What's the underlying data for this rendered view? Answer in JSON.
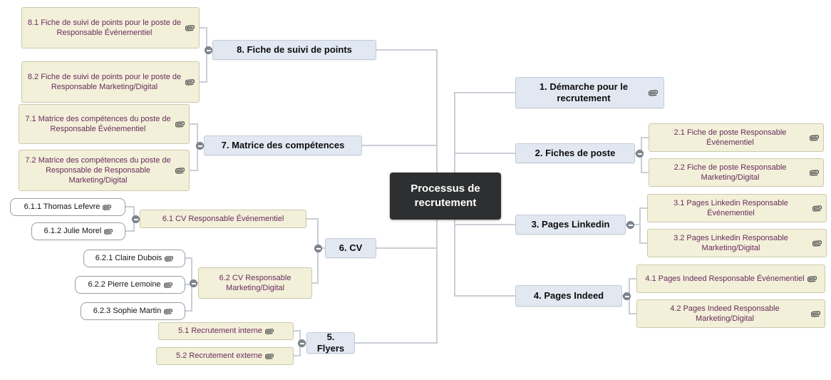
{
  "title": "Processus de recrutement",
  "colors": {
    "center_bg": "#2d2f30",
    "branch_bg": "#e2e8f2",
    "leaf_bg": "#f3f0da",
    "leaf_text": "#682c5b",
    "connector": "#c9ced6",
    "toggle": "#7f8791"
  },
  "icons": {
    "attachment": "paperclip-icon",
    "collapse": "minus-circle-icon"
  },
  "root": {
    "label": "Processus de recrutement"
  },
  "right_branches": [
    {
      "label": "1. Démarche pour le recrutement"
    },
    {
      "label": "2. Fiches de poste",
      "children": [
        {
          "label": "2.1 Fiche de poste Responsable Événementiel"
        },
        {
          "label": "2.2 Fiche de poste Responsable Marketing/Digital"
        }
      ]
    },
    {
      "label": "3. Pages Linkedin",
      "children": [
        {
          "label": "3.1 Pages Linkedin Responsable Événementiel"
        },
        {
          "label": "3.2 Pages Linkedin Responsable Marketing/Digital"
        }
      ]
    },
    {
      "label": "4. Pages Indeed",
      "children": [
        {
          "label": "4.1 Pages Indeed Responsable Événementiel"
        },
        {
          "label": "4.2 Pages Indeed Responsable Marketing/Digital"
        }
      ]
    }
  ],
  "left_branches": [
    {
      "label": "8. Fiche de suivi de points",
      "children": [
        {
          "label": "8.1 Fiche de suivi de points pour le poste de Responsable Événementiel"
        },
        {
          "label": "8.2 Fiche de suivi de points pour le poste de Responsable Marketing/Digital"
        }
      ]
    },
    {
      "label": "7. Matrice des compétences",
      "children": [
        {
          "label": "7.1 Matrice des compétences du poste de Responsable Événementiel"
        },
        {
          "label": "7.2 Matrice des compétences du poste de Responsable de Responsable Marketing/Digital"
        }
      ]
    },
    {
      "label": "6. CV",
      "children": [
        {
          "label": "6.1 CV Responsable Événementiel",
          "children": [
            {
              "label": "6.1.1 Thomas Lefevre"
            },
            {
              "label": "6.1.2 Julie Morel"
            }
          ]
        },
        {
          "label": "6.2 CV Responsable Marketing/Digital",
          "children": [
            {
              "label": "6.2.1 Claire Dubois"
            },
            {
              "label": "6.2.2 Pierre Lemoine"
            },
            {
              "label": "6.2.3 Sophie Martin"
            }
          ]
        }
      ]
    },
    {
      "label": "5. Flyers",
      "children": [
        {
          "label": "5.1 Recrutement interne"
        },
        {
          "label": "5.2 Recrutement externe"
        }
      ]
    }
  ]
}
